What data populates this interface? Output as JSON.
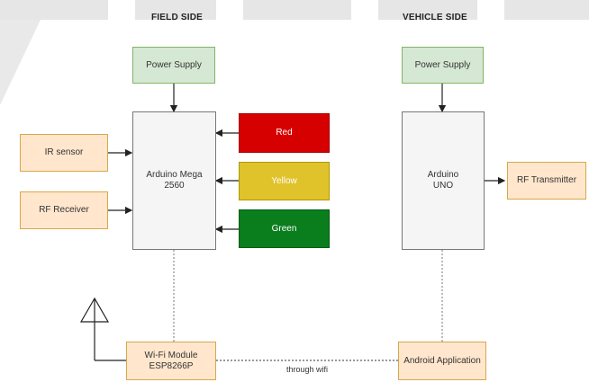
{
  "headers": {
    "field_side": "FIELD SIDE",
    "vehicle_side": "VEHICLE SIDE"
  },
  "field": {
    "power_supply": "Power Supply",
    "controller": "Arduino Mega\n2560",
    "ir_sensor": "IR sensor",
    "rf_receiver": "RF Receiver",
    "lights": {
      "red": "Red",
      "yellow": "Yellow",
      "green": "Green"
    },
    "wifi_module": "Wi-Fi Module\nESP8266P"
  },
  "vehicle": {
    "power_supply": "Power Supply",
    "controller": "Arduino\nUNO",
    "rf_transmitter": "RF Transmitter",
    "android_app": "Android Application"
  },
  "link_label": "through wifi",
  "colors": {
    "red_light": "#d70000",
    "yellow_light": "#e0c22a",
    "green_light": "#0a7d1d",
    "power_fill": "#d5e8d4",
    "io_fill": "#ffe6cc",
    "controller_fill": "#f5f5f5"
  },
  "icons": {
    "antenna": "antenna-icon"
  }
}
